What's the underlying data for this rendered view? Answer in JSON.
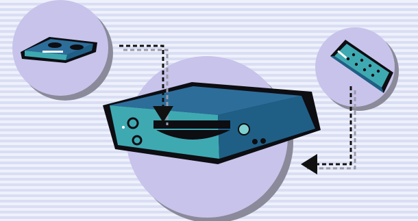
{
  "scene": {
    "background": {
      "stripe_light": "#eef1fb",
      "stripe_dark": "#d9def3"
    },
    "colors": {
      "circle_fill": "#c8c3ea",
      "circle_shadow": "#8a8a9a",
      "device_teal": "#3fa9b2",
      "device_dark": "#1f5f86",
      "device_top": "#2d6d9a",
      "outline": "#0d0d12",
      "arrow_dark": "#111111",
      "arrow_shadow": "#9a9aa8"
    },
    "objects": [
      {
        "name": "vhs-cassette-tape",
        "icon": "cassette-icon"
      },
      {
        "name": "vcr-player",
        "icon": "vcr-icon"
      },
      {
        "name": "remote-control",
        "icon": "remote-icon"
      }
    ],
    "connectors": [
      {
        "from": "vhs-cassette-tape",
        "to": "vcr-player",
        "style": "dashed"
      },
      {
        "from": "remote-control",
        "to": "vcr-player",
        "style": "dashed"
      }
    ]
  }
}
